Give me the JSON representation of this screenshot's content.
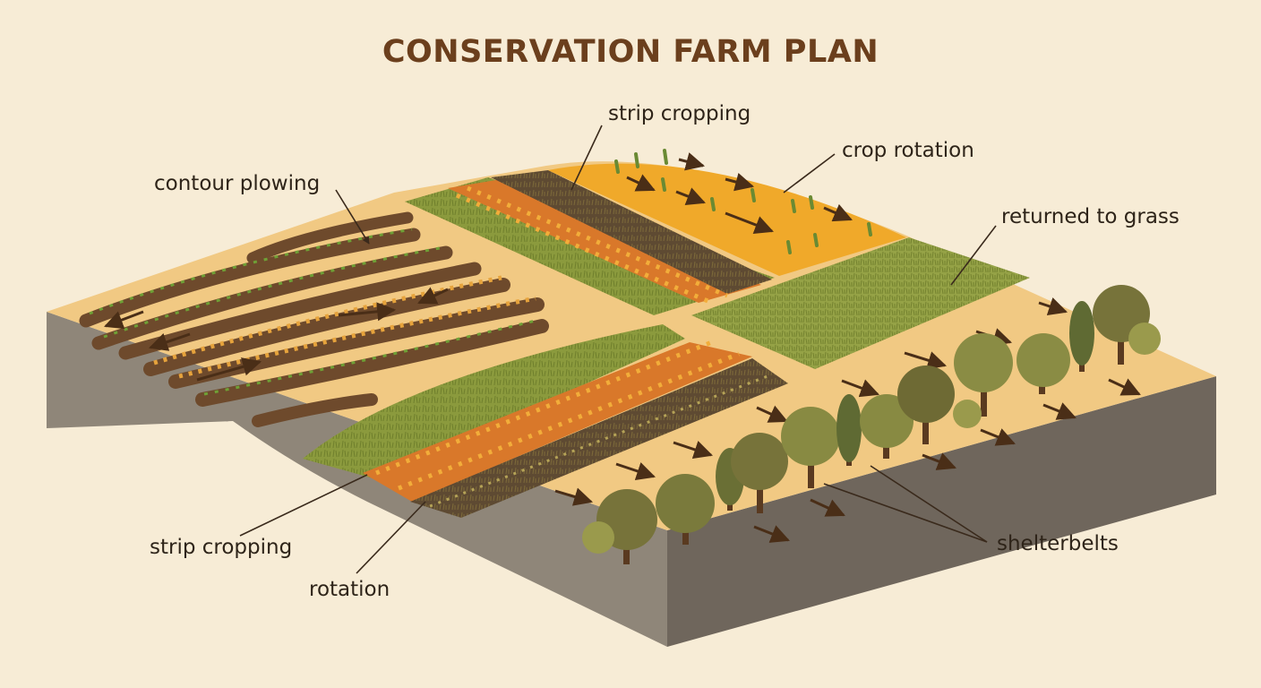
{
  "title": "CONSERVATION FARM PLAN",
  "labels": {
    "contour_plowing": "contour plowing",
    "strip_cropping_top": "strip cropping",
    "crop_rotation": "crop rotation",
    "returned_to_grass": "returned to grass",
    "strip_cropping_bottom": "strip cropping",
    "rotation": "rotation",
    "shelterbelts": "shelterbelts"
  },
  "colors": {
    "background": "#f7ecd6",
    "soil_light": "#f1c983",
    "soil_furrow": "#6e4a2c",
    "grass": "#8a9a3c",
    "wheat_orange": "#d9782a",
    "wheat_gold": "#f2ad3a",
    "side_wall": "#8c8275",
    "tree": "#77733a",
    "title": "#6b3f1d"
  }
}
